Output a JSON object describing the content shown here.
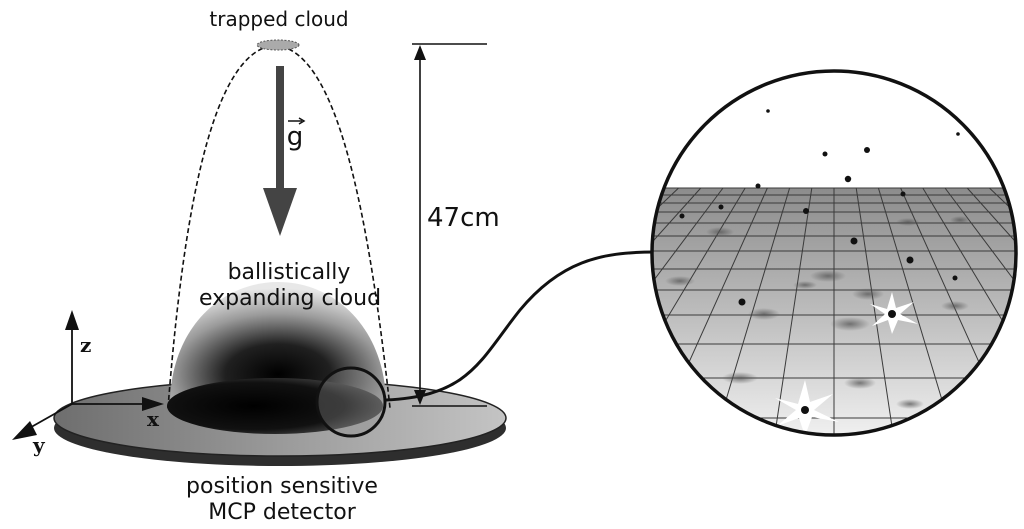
{
  "labels": {
    "trapped": "trapped cloud",
    "gravity": "g",
    "height": "47cm",
    "cloud_line1": "ballistically",
    "cloud_line2": "expanding cloud",
    "detector_line1": "position sensitive",
    "detector_line2": "MCP detector"
  },
  "axes": {
    "z": "z",
    "x": "x",
    "y": "y"
  },
  "colors": {
    "ink": "#111111",
    "arrow": "#444444",
    "disk_top": "#8a8a8a",
    "disk_side": "#333333"
  }
}
